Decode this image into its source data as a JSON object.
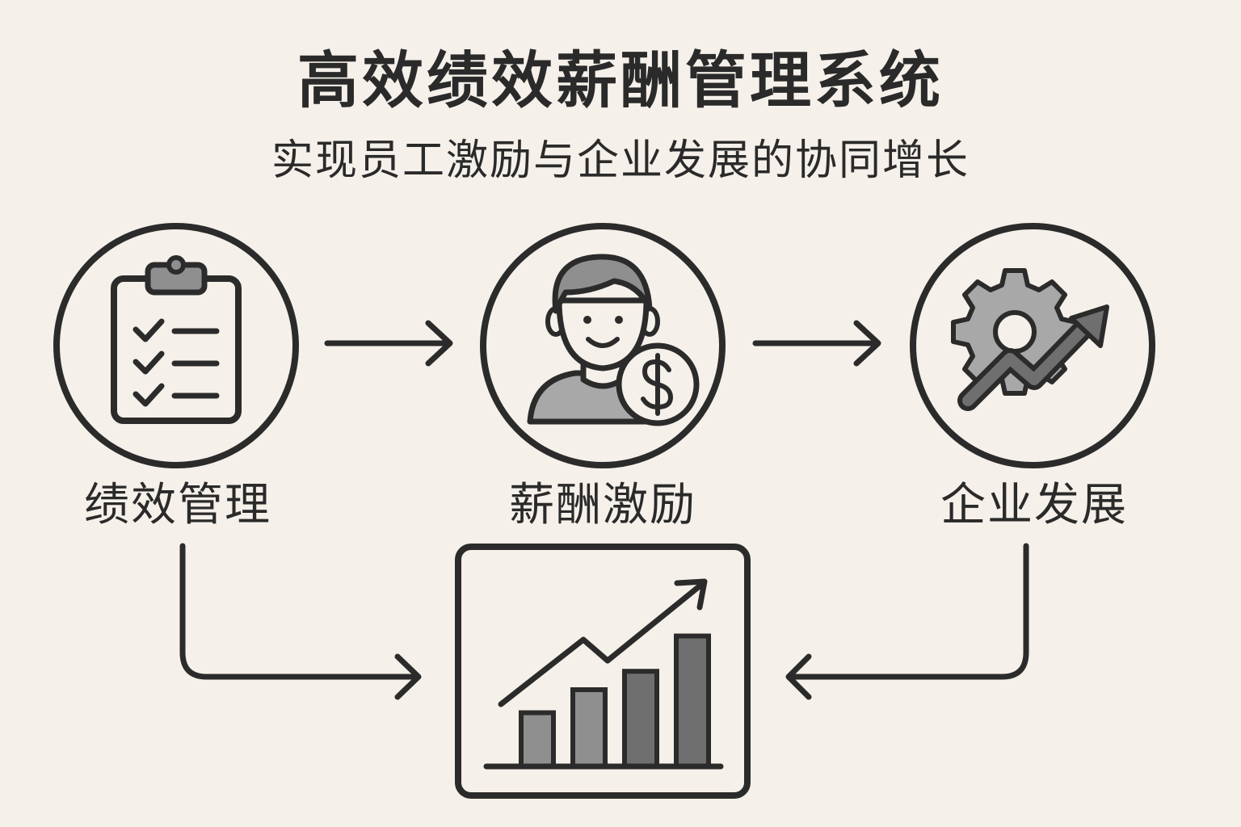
{
  "title": "高效绩效薪酬管理系统",
  "subtitle": "实现员工激励与企业发展的协同增长",
  "nodes": [
    {
      "label": "绩效管理",
      "icon": "clipboard-checklist-icon"
    },
    {
      "label": "薪酬激励",
      "icon": "employee-with-coin-icon"
    },
    {
      "label": "企业发展",
      "icon": "gear-with-growth-arrow-icon"
    }
  ],
  "center_icon": "bar-chart-growth-icon",
  "center_chart_levels": [
    0.35,
    0.5,
    0.62,
    0.85
  ],
  "colors": {
    "background": "#f5f0e9",
    "stroke": "#2b2b2b",
    "fill_light": "#a8a8a8",
    "fill_mid": "#8f8f8f",
    "fill_dark": "#6f6f6f"
  }
}
